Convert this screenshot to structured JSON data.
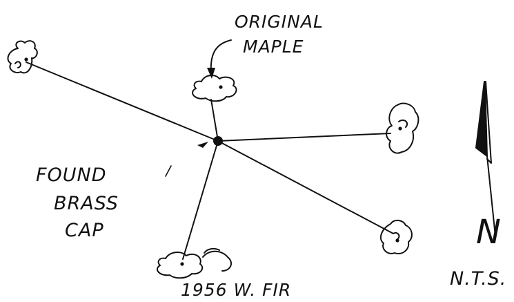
{
  "labels": {
    "original_maple_line1": "ORIGINAL",
    "original_maple_line2": "MAPLE",
    "found_line1": "FOUND",
    "found_line2": "BRASS",
    "found_line3": "CAP",
    "fir_label": "1956 W. FIR",
    "north_letter": "N",
    "scale_note": "N.T.S."
  },
  "colors": {
    "ink": "#111111",
    "background": "#ffffff"
  },
  "icons": {
    "tree": "tree-canopy-icon",
    "monument": "brass-cap-dot-icon",
    "north_arrow": "north-arrow-icon"
  }
}
